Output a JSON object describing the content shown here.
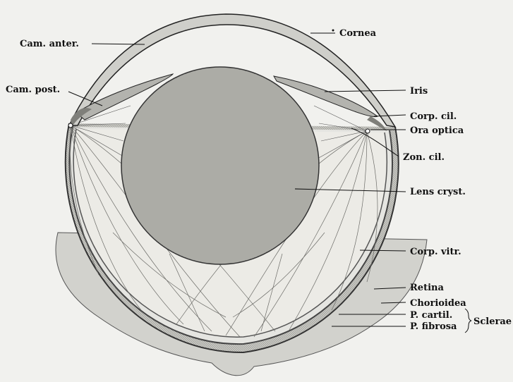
{
  "labels": {
    "cornea": "Cornea",
    "cam_anter": "Cam. anter.",
    "cam_post": "Cam. post.",
    "iris": "Iris",
    "corp_cil": "Corp. cil.",
    "ora_optica": "Ora optica",
    "zon_cil": "Zon. cil.",
    "lens_cryst": "Lens cryst.",
    "corp_vitr": "Corp. vitr.",
    "retina": "Retina",
    "chorioidea": "Chorioidea",
    "p_cartil": "P. cartil.",
    "p_fibrosa": "P. fibrosa",
    "sclerae": "Sclerae"
  }
}
